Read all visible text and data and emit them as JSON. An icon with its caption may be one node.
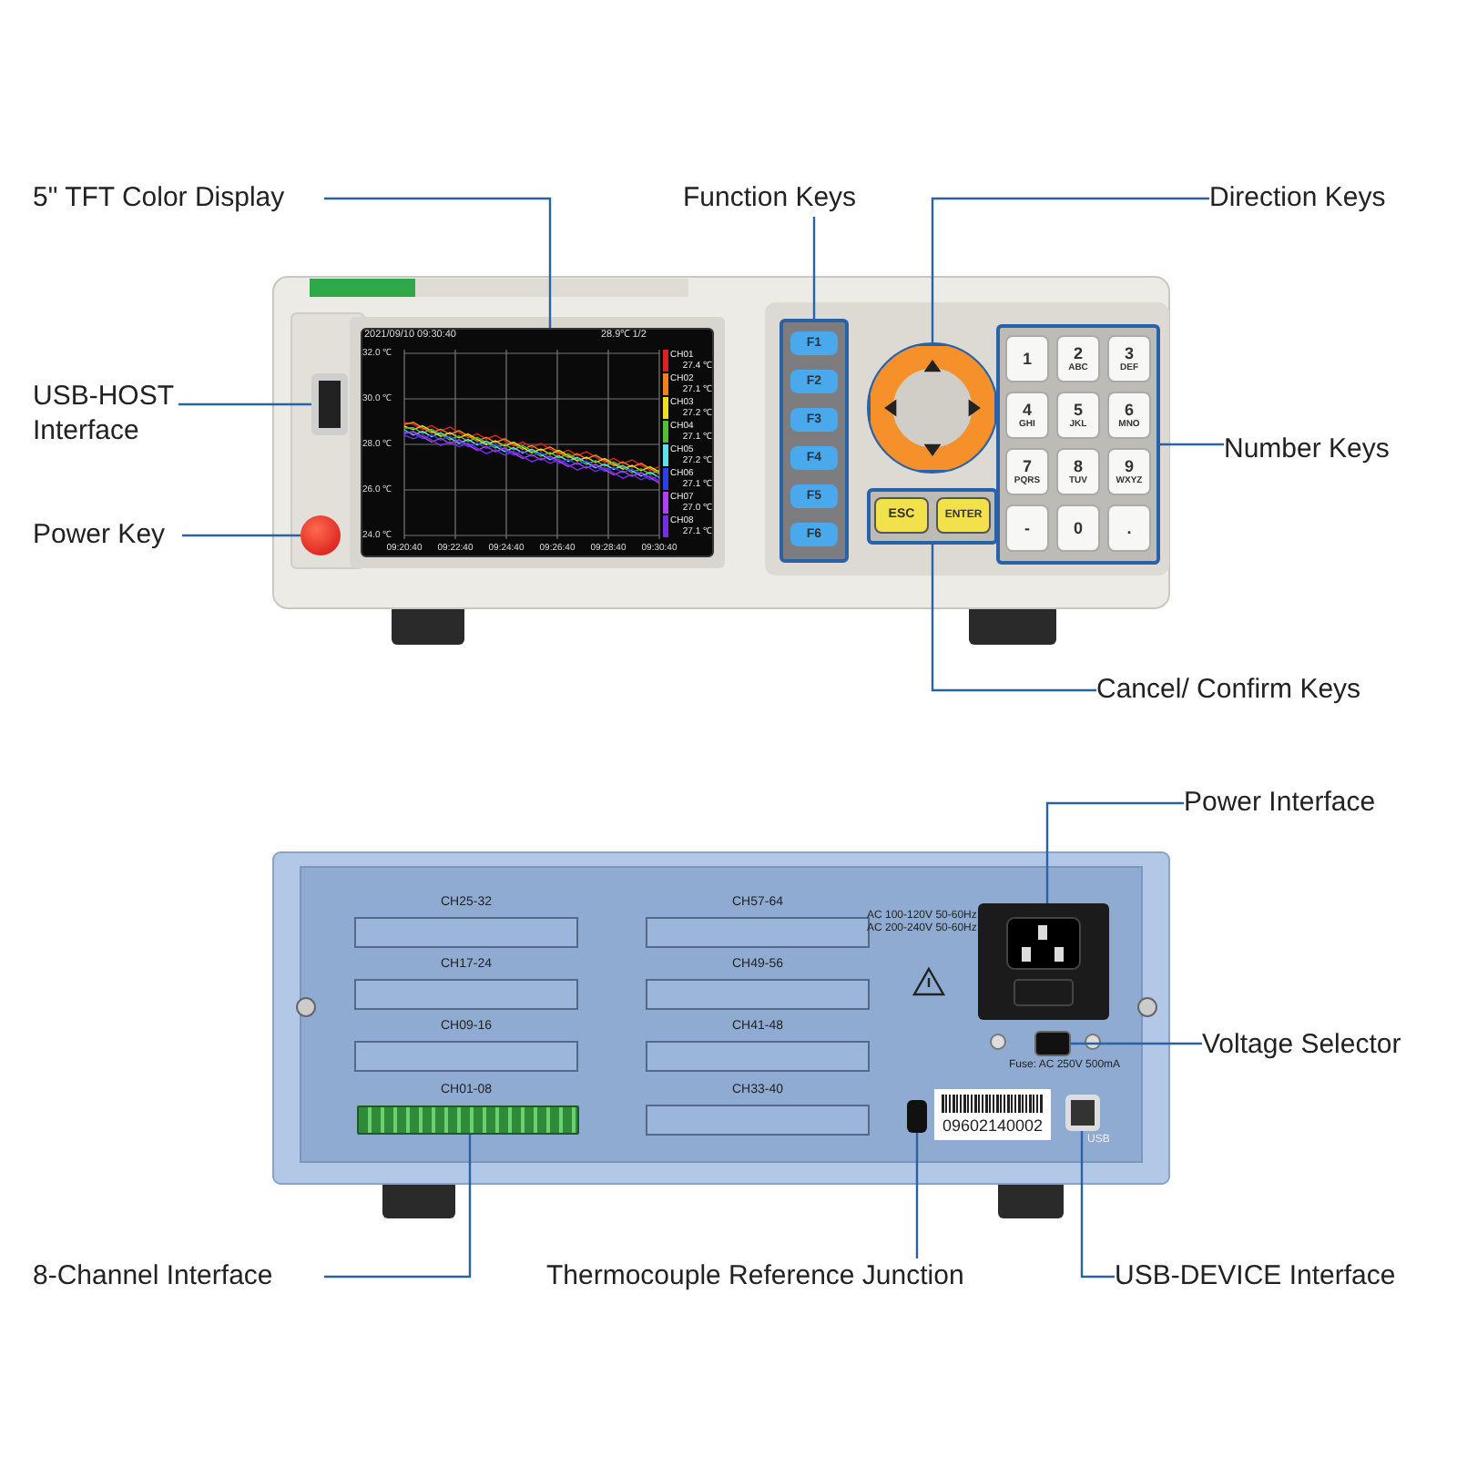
{
  "diagram": {
    "nodes": [
      {
        "text": [
          "5\" TFT Color Display"
        ]
      },
      {
        "text": [
          "Function Keys"
        ]
      },
      {
        "text": [
          "Direction Keys"
        ]
      },
      {
        "text": [
          "USB-HOST Interface"
        ]
      },
      {
        "text": [
          "Number Keys"
        ]
      },
      {
        "text": [
          "Power Key"
        ]
      },
      {
        "text": [
          "Cancel/ Confirm Keys"
        ]
      },
      {
        "text": [
          "Power Interface"
        ]
      },
      {
        "text": [
          "Voltage Selector"
        ]
      },
      {
        "text": [
          "8-Channel Interface"
        ]
      },
      {
        "text": [
          "Thermocouple Reference Junction"
        ]
      },
      {
        "text": [
          "USB-DEVICE Interface"
        ]
      },
      {
        "text": [],
        "shape": "box"
      },
      {
        "text": [],
        "shape": "box"
      },
      {
        "text": [],
        "shape": "circle"
      },
      {
        "text": [],
        "shape": "box"
      },
      {
        "text": [],
        "shape": "box"
      },
      {
        "text": [],
        "shape": "circle"
      },
      {
        "text": [],
        "shape": "box"
      },
      {
        "text": [],
        "shape": "box"
      },
      {
        "text": [],
        "shape": "box"
      },
      {
        "text": [],
        "shape": "bar"
      },
      {
        "text": [],
        "shape": "box"
      },
      {
        "text": [],
        "shape": "box"
      }
    ],
    "edges": [
      {
        "from": 0,
        "to": 12,
        "arrow": "none"
      },
      {
        "from": 1,
        "to": 13,
        "arrow": "none"
      },
      {
        "from": 2,
        "to": 14,
        "arrow": "none"
      },
      {
        "from": 3,
        "to": 15,
        "arrow": "none"
      },
      {
        "from": 4,
        "to": 16,
        "arrow": "none"
      },
      {
        "from": 5,
        "to": 17,
        "arrow": "none"
      },
      {
        "from": 6,
        "to": 18,
        "arrow": "none"
      },
      {
        "from": 7,
        "to": 19,
        "arrow": "none"
      },
      {
        "from": 8,
        "to": 20,
        "arrow": "none"
      },
      {
        "from": 9,
        "to": 21,
        "arrow": "none"
      },
      {
        "from": 10,
        "to": 22,
        "arrow": "none"
      },
      {
        "from": 11,
        "to": 23,
        "arrow": "none"
      }
    ],
    "labels": [
      "F1",
      "F2",
      "F3",
      "F4",
      "F5",
      "F6",
      "ESC",
      "ENTER",
      "1",
      "2",
      "ABC",
      "3",
      "DEF",
      "4",
      "GHI",
      "5",
      "JKL",
      "6",
      "MNO",
      "7",
      "PQRS",
      "8",
      "TUV",
      "9",
      "WXYZ",
      "-",
      "0",
      ".",
      "2021/09/10 09:30:40",
      "28.9℃ 1/2",
      "32.0 ℃",
      "30.0 ℃",
      "28.0 ℃",
      "26.0 ℃",
      "24.0 ℃",
      "09:20:40",
      "09:22:40",
      "09:24:40",
      "09:26:40",
      "09:28:40",
      "09:30:40",
      "27.4 ℃",
      "27.1 ℃",
      "27.2 ℃",
      "27.1 ℃",
      "27.2 ℃",
      "27.1 ℃",
      "27.0 ℃",
      "27.1 ℃",
      "CH25-32",
      "CH57-64",
      "CH17-24",
      "CH49-56",
      "CH09-16",
      "CH41-48",
      "CH01-08",
      "CH33-40",
      "AC 100-120V 50-60Hz",
      "AC 200-240V 50-60Hz",
      "Fuse: AC 250V 500mA",
      "09602140002",
      "USB"
    ],
    "legend": [
      {
        "text": "CH01",
        "color": "#e02020"
      },
      {
        "text": "CH02",
        "color": "#f08020"
      },
      {
        "text": "CH03",
        "color": "#e8e020"
      },
      {
        "text": "CH04",
        "color": "#50c030"
      },
      {
        "text": "CH05",
        "color": "#60e0f0"
      },
      {
        "text": "CH06",
        "color": "#3040e0"
      },
      {
        "text": "CH07",
        "color": "#b040f0"
      },
      {
        "text": "CH08",
        "color": "#7030e0"
      }
    ]
  }
}
